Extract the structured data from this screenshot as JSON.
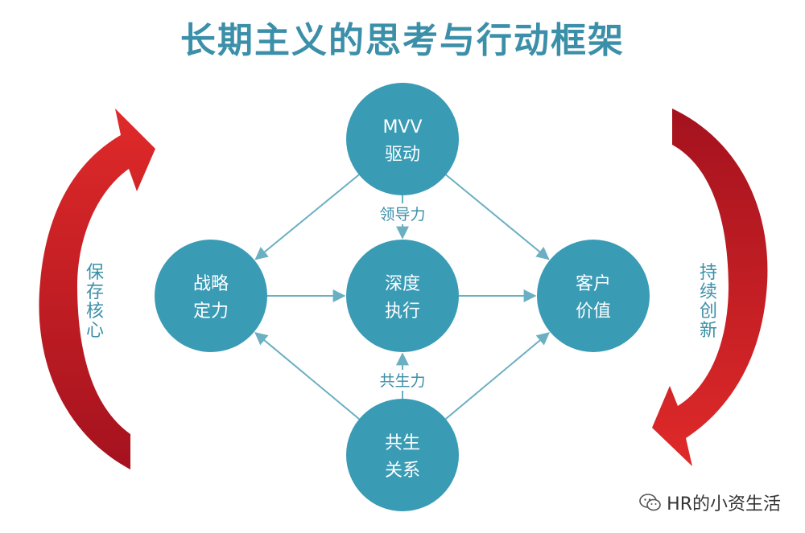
{
  "title": "长期主义的思考与行动框架",
  "colors": {
    "title": "#3b8fa8",
    "node": "#3a9bb5",
    "edge": "#6aafc2",
    "arrow_red_dark": "#a4121e",
    "arrow_red_light": "#e02a2a",
    "side_text": "#3b8fa8",
    "brand": "#333333"
  },
  "nodes": {
    "mvv": {
      "line1": "MVV",
      "line2": "驱动"
    },
    "strategy": {
      "line1": "战略",
      "line2": "定力"
    },
    "execution": {
      "line1": "深度",
      "line2": "执行"
    },
    "customer": {
      "line1": "客户",
      "line2": "价值"
    },
    "symbiosis": {
      "line1": "共生",
      "line2": "关系"
    }
  },
  "edge_labels": {
    "leadership": "领导力",
    "symbiosis_power": "共生力"
  },
  "side_labels": {
    "left": [
      "保",
      "存",
      "核",
      "心"
    ],
    "right": [
      "持",
      "续",
      "创",
      "新"
    ]
  },
  "brand": {
    "icon": "wechat-icon",
    "text": "HR的小资生活"
  }
}
